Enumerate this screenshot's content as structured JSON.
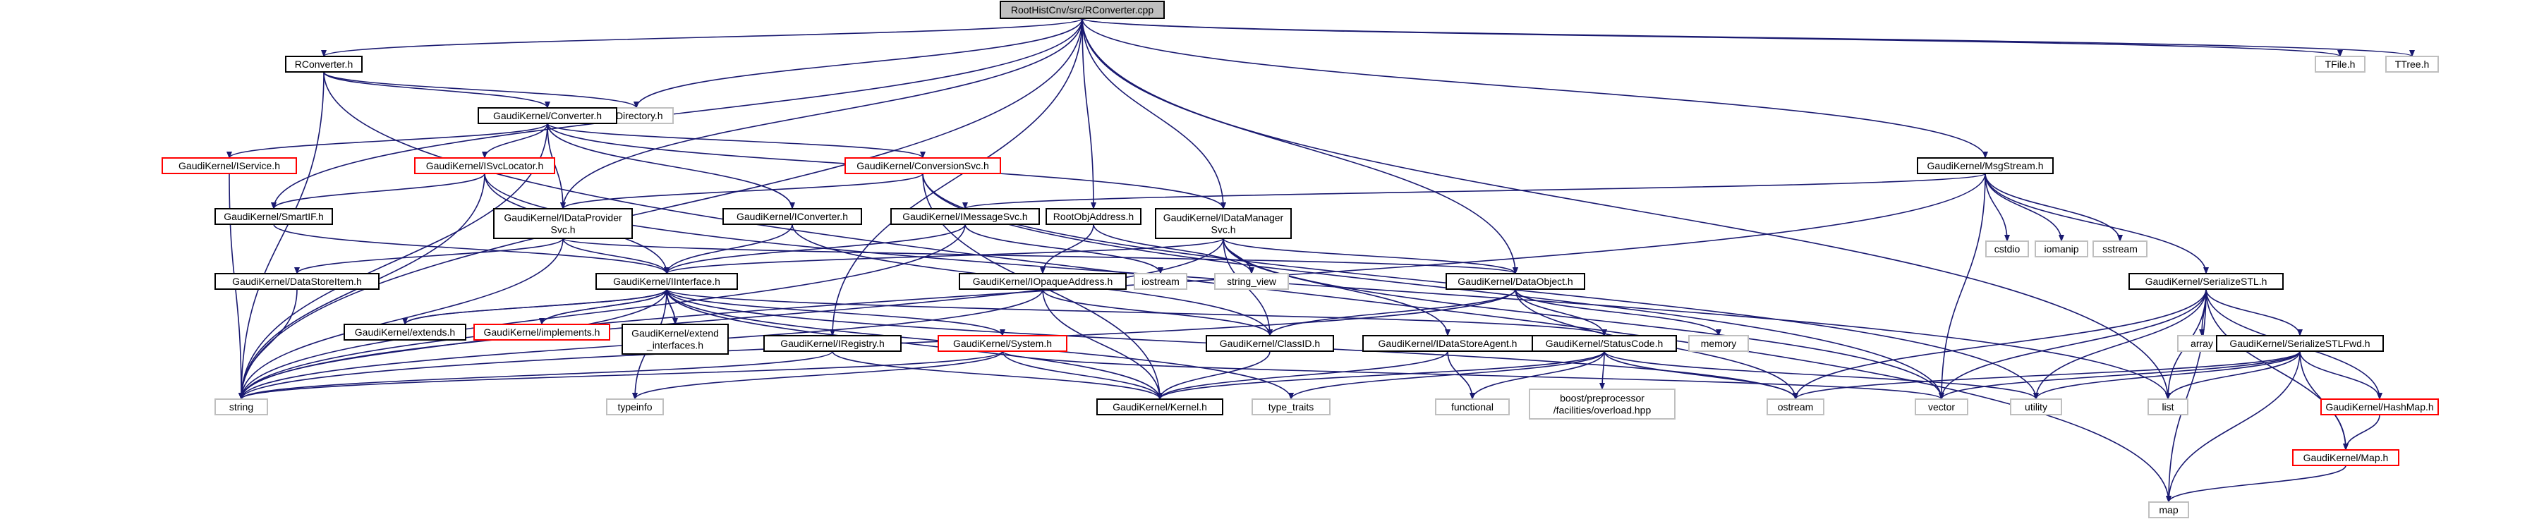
{
  "colors": {
    "edge": "#191970",
    "node_border_black": "#000000",
    "node_border_red": "#ff0000",
    "node_border_gray": "#bfbfbf",
    "root_fill": "#bfbfbf",
    "text": "#000000"
  },
  "nodes": [
    {
      "id": "root",
      "label": "RootHistCnv/src/RConverter.cpp",
      "border": "black",
      "fill": "gray"
    },
    {
      "id": "rconverter",
      "label": "RConverter.h",
      "border": "black"
    },
    {
      "id": "tdirectory",
      "label": "TDirectory.h",
      "border": "gray"
    },
    {
      "id": "tfile",
      "label": "TFile.h",
      "border": "gray"
    },
    {
      "id": "ttree",
      "label": "TTree.h",
      "border": "gray"
    },
    {
      "id": "converter",
      "label": "GaudiKernel/Converter.h",
      "border": "black"
    },
    {
      "id": "iservice",
      "label": "GaudiKernel/IService.h",
      "border": "red"
    },
    {
      "id": "isvclocator",
      "label": "GaudiKernel/ISvcLocator.h",
      "border": "red"
    },
    {
      "id": "conversionsvc",
      "label": "GaudiKernel/ConversionSvc.h",
      "border": "red"
    },
    {
      "id": "msgstream",
      "label": "GaudiKernel/MsgStream.h",
      "border": "black"
    },
    {
      "id": "smartif",
      "label": "GaudiKernel/SmartIF.h",
      "border": "black"
    },
    {
      "id": "idataprovider",
      "label": [
        "GaudiKernel/IDataProvider",
        "Svc.h"
      ],
      "border": "black"
    },
    {
      "id": "iconverter",
      "label": "GaudiKernel/IConverter.h",
      "border": "black"
    },
    {
      "id": "imessagesvc",
      "label": "GaudiKernel/IMessageSvc.h",
      "border": "black"
    },
    {
      "id": "rootobjaddress",
      "label": "RootObjAddress.h",
      "border": "black"
    },
    {
      "id": "idatamanager",
      "label": [
        "GaudiKernel/IDataManager",
        "Svc.h"
      ],
      "border": "black"
    },
    {
      "id": "cstdio",
      "label": "cstdio",
      "border": "gray"
    },
    {
      "id": "iomanip",
      "label": "iomanip",
      "border": "gray"
    },
    {
      "id": "sstream",
      "label": "sstream",
      "border": "gray"
    },
    {
      "id": "datastoreitem",
      "label": "GaudiKernel/DataStoreItem.h",
      "border": "black"
    },
    {
      "id": "iinterface",
      "label": "GaudiKernel/IInterface.h",
      "border": "black"
    },
    {
      "id": "iopaqueaddress",
      "label": "GaudiKernel/IOpaqueAddress.h",
      "border": "black"
    },
    {
      "id": "iostream",
      "label": "iostream",
      "border": "gray"
    },
    {
      "id": "string_view",
      "label": "string_view",
      "border": "gray"
    },
    {
      "id": "dataobject",
      "label": "GaudiKernel/DataObject.h",
      "border": "black"
    },
    {
      "id": "serializestl",
      "label": "GaudiKernel/SerializeSTL.h",
      "border": "black"
    },
    {
      "id": "extends",
      "label": "GaudiKernel/extends.h",
      "border": "black"
    },
    {
      "id": "implements",
      "label": "GaudiKernel/implements.h",
      "border": "red"
    },
    {
      "id": "extend_interfaces",
      "label": [
        "GaudiKernel/extend",
        "_interfaces.h"
      ],
      "border": "black"
    },
    {
      "id": "iregistry",
      "label": "GaudiKernel/IRegistry.h",
      "border": "black"
    },
    {
      "id": "system",
      "label": "GaudiKernel/System.h",
      "border": "red"
    },
    {
      "id": "classid",
      "label": "GaudiKernel/ClassID.h",
      "border": "black"
    },
    {
      "id": "idatastoreagent",
      "label": "GaudiKernel/IDataStoreAgent.h",
      "border": "black"
    },
    {
      "id": "statuscode",
      "label": "GaudiKernel/StatusCode.h",
      "border": "black"
    },
    {
      "id": "memory",
      "label": "memory",
      "border": "gray"
    },
    {
      "id": "array",
      "label": "array",
      "border": "gray"
    },
    {
      "id": "serializestlfwd",
      "label": "GaudiKernel/SerializeSTLFwd.h",
      "border": "black"
    },
    {
      "id": "string",
      "label": "string",
      "border": "gray"
    },
    {
      "id": "typeinfo",
      "label": "typeinfo",
      "border": "gray"
    },
    {
      "id": "kernel",
      "label": "GaudiKernel/Kernel.h",
      "border": "black"
    },
    {
      "id": "type_traits",
      "label": "type_traits",
      "border": "gray"
    },
    {
      "id": "functional",
      "label": "functional",
      "border": "gray"
    },
    {
      "id": "overload",
      "label": [
        "boost/preprocessor",
        "/facilities/overload.hpp"
      ],
      "border": "gray"
    },
    {
      "id": "ostream",
      "label": "ostream",
      "border": "gray"
    },
    {
      "id": "vector",
      "label": "vector",
      "border": "gray"
    },
    {
      "id": "utility",
      "label": "utility",
      "border": "gray"
    },
    {
      "id": "list",
      "label": "list",
      "border": "gray"
    },
    {
      "id": "hashmap",
      "label": "GaudiKernel/HashMap.h",
      "border": "red"
    },
    {
      "id": "map_h",
      "label": "GaudiKernel/Map.h",
      "border": "red"
    },
    {
      "id": "map",
      "label": "map",
      "border": "gray"
    }
  ],
  "edges": [
    [
      "root",
      "rconverter"
    ],
    [
      "root",
      "tdirectory"
    ],
    [
      "root",
      "tfile"
    ],
    [
      "root",
      "ttree"
    ],
    [
      "root",
      "smartif"
    ],
    [
      "root",
      "idataprovider"
    ],
    [
      "root",
      "iregistry"
    ],
    [
      "root",
      "rootobjaddress"
    ],
    [
      "root",
      "idatamanager"
    ],
    [
      "root",
      "msgstream"
    ],
    [
      "root",
      "dataobject"
    ],
    [
      "root",
      "string"
    ],
    [
      "root",
      "list"
    ],
    [
      "rconverter",
      "converter"
    ],
    [
      "rconverter",
      "tdirectory"
    ],
    [
      "rconverter",
      "string"
    ],
    [
      "rconverter",
      "map"
    ],
    [
      "converter",
      "iservice"
    ],
    [
      "converter",
      "isvclocator"
    ],
    [
      "converter",
      "conversionsvc"
    ],
    [
      "converter",
      "idataprovider"
    ],
    [
      "converter",
      "iconverter"
    ],
    [
      "converter",
      "idatamanager"
    ],
    [
      "converter",
      "string"
    ],
    [
      "iservice",
      "string"
    ],
    [
      "isvclocator",
      "smartif"
    ],
    [
      "isvclocator",
      "iinterface"
    ],
    [
      "isvclocator",
      "string"
    ],
    [
      "isvclocator",
      "list"
    ],
    [
      "conversionsvc",
      "idataprovider"
    ],
    [
      "conversionsvc",
      "kernel"
    ],
    [
      "conversionsvc",
      "utility"
    ],
    [
      "conversionsvc",
      "vector"
    ],
    [
      "smartif",
      "iinterface"
    ],
    [
      "idataprovider",
      "datastoreitem"
    ],
    [
      "idataprovider",
      "iinterface"
    ],
    [
      "idataprovider",
      "dataobject"
    ],
    [
      "idataprovider",
      "string"
    ],
    [
      "iconverter",
      "iinterface"
    ],
    [
      "iconverter",
      "classid"
    ],
    [
      "imessagesvc",
      "iinterface"
    ],
    [
      "imessagesvc",
      "iostream"
    ],
    [
      "imessagesvc",
      "string"
    ],
    [
      "rootobjaddress",
      "iopaqueaddress"
    ],
    [
      "rootobjaddress",
      "string_view"
    ],
    [
      "idatamanager",
      "iinterface"
    ],
    [
      "idatamanager",
      "string_view"
    ],
    [
      "idatamanager",
      "dataobject"
    ],
    [
      "idatamanager",
      "classid"
    ],
    [
      "idatamanager",
      "idatastoreagent"
    ],
    [
      "idatamanager",
      "vector"
    ],
    [
      "idatamanager",
      "string"
    ],
    [
      "msgstream",
      "imessagesvc"
    ],
    [
      "msgstream",
      "cstdio"
    ],
    [
      "msgstream",
      "iomanip"
    ],
    [
      "msgstream",
      "sstream"
    ],
    [
      "msgstream",
      "serializestl"
    ],
    [
      "msgstream",
      "vector"
    ],
    [
      "msgstream",
      "string"
    ],
    [
      "datastoreitem",
      "string"
    ],
    [
      "iinterface",
      "extends"
    ],
    [
      "iinterface",
      "implements"
    ],
    [
      "iinterface",
      "extend_interfaces"
    ],
    [
      "iinterface",
      "system"
    ],
    [
      "iinterface",
      "statuscode"
    ],
    [
      "iinterface",
      "kernel"
    ],
    [
      "iinterface",
      "ostream"
    ],
    [
      "iinterface",
      "typeinfo"
    ],
    [
      "iinterface",
      "type_traits"
    ],
    [
      "iinterface",
      "string"
    ],
    [
      "extends",
      "iinterface"
    ],
    [
      "implements",
      "iinterface"
    ],
    [
      "extend_interfaces",
      "iinterface"
    ],
    [
      "iopaqueaddress",
      "kernel"
    ],
    [
      "iopaqueaddress",
      "classid"
    ],
    [
      "iopaqueaddress",
      "string"
    ],
    [
      "dataobject",
      "classid"
    ],
    [
      "dataobject",
      "statuscode"
    ],
    [
      "dataobject",
      "memory"
    ],
    [
      "dataobject",
      "ostream"
    ],
    [
      "dataobject",
      "string"
    ],
    [
      "iregistry",
      "kernel"
    ],
    [
      "iregistry",
      "string"
    ],
    [
      "system",
      "kernel"
    ],
    [
      "system",
      "typeinfo"
    ],
    [
      "system",
      "string"
    ],
    [
      "system",
      "vector"
    ],
    [
      "classid",
      "kernel"
    ],
    [
      "idatastoreagent",
      "kernel"
    ],
    [
      "idatastoreagent",
      "functional"
    ],
    [
      "statuscode",
      "kernel"
    ],
    [
      "statuscode",
      "overload"
    ],
    [
      "statuscode",
      "ostream"
    ],
    [
      "statuscode",
      "type_traits"
    ],
    [
      "statuscode",
      "functional"
    ],
    [
      "statuscode",
      "utility"
    ],
    [
      "serializestl",
      "array"
    ],
    [
      "serializestl",
      "serializestlfwd"
    ],
    [
      "serializestl",
      "hashmap"
    ],
    [
      "serializestl",
      "map_h"
    ],
    [
      "serializestl",
      "ostream"
    ],
    [
      "serializestl",
      "vector"
    ],
    [
      "serializestl",
      "utility"
    ],
    [
      "serializestl",
      "list"
    ],
    [
      "serializestl",
      "map"
    ],
    [
      "serializestlfwd",
      "ostream"
    ],
    [
      "serializestlfwd",
      "vector"
    ],
    [
      "serializestlfwd",
      "utility"
    ],
    [
      "serializestlfwd",
      "list"
    ],
    [
      "serializestlfwd",
      "map"
    ],
    [
      "serializestlfwd",
      "hashmap"
    ],
    [
      "serializestlfwd",
      "map_h"
    ],
    [
      "hashmap",
      "map_h"
    ],
    [
      "map_h",
      "map"
    ]
  ]
}
